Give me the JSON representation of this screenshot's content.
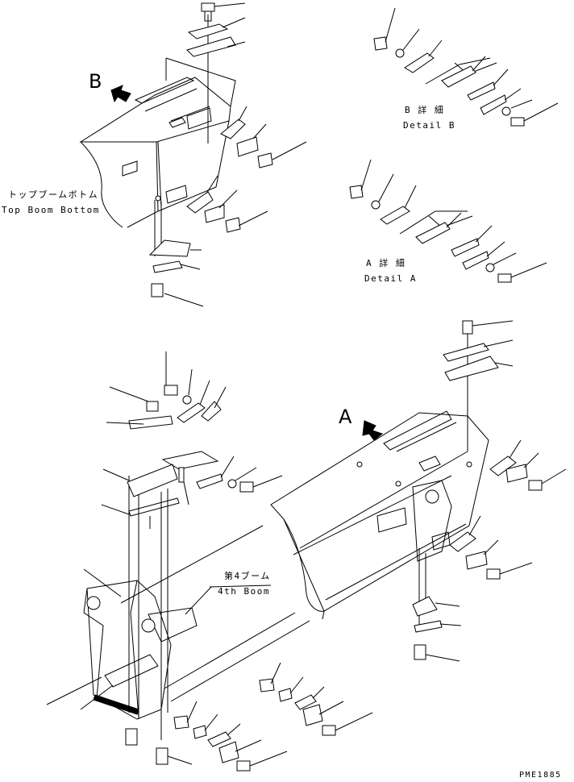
{
  "labels": {
    "marker_b": "B",
    "marker_a": "A",
    "top_boom_bottom_jp": "トップブームボトム",
    "top_boom_bottom_en": "Top Boom Bottom",
    "detail_b_jp": "B 詳 細",
    "detail_b_en": "Detail B",
    "detail_a_jp": "A 詳 細",
    "detail_a_en": "Detail A",
    "fourth_boom_jp": "第4ブーム",
    "fourth_boom_en": "4th Boom",
    "drawing_code": "PME1885"
  }
}
